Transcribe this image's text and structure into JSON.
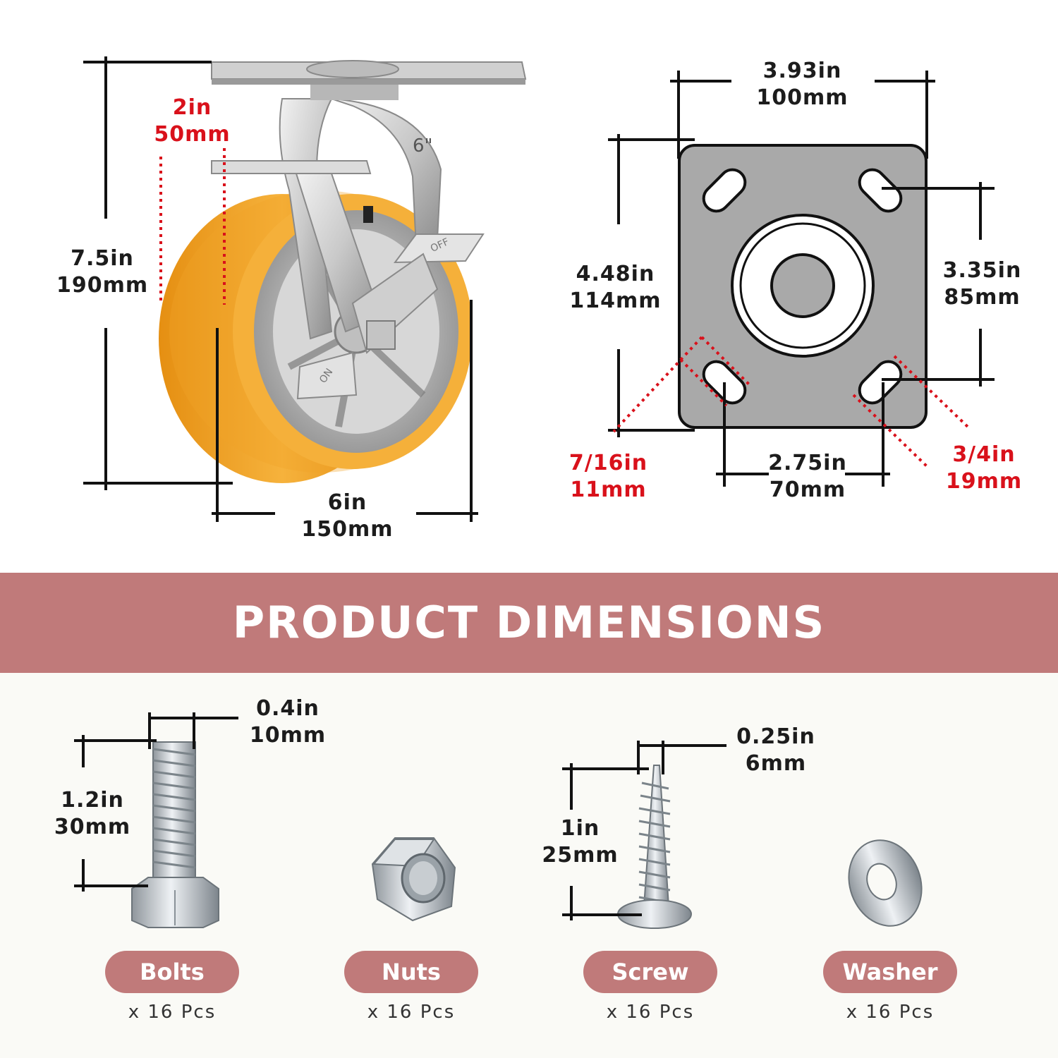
{
  "banner": {
    "title": "PRODUCT DIMENSIONS"
  },
  "caster": {
    "wheel_mark": "6\"",
    "brake_off": "OFF",
    "brake_on": "ON",
    "height": {
      "in": "7.5in",
      "mm": "190mm"
    },
    "tread_width": {
      "in": "2in",
      "mm": "50mm"
    },
    "diameter": {
      "in": "6in",
      "mm": "150mm"
    }
  },
  "plate": {
    "width": {
      "in": "3.93in",
      "mm": "100mm"
    },
    "length": {
      "in": "4.48in",
      "mm": "114mm"
    },
    "hole_spacing_v": {
      "in": "3.35in",
      "mm": "85mm"
    },
    "hole_spacing_h": {
      "in": "2.75in",
      "mm": "70mm"
    },
    "hole_small": {
      "in": "7/16in",
      "mm": "11mm"
    },
    "hole_large": {
      "in": "3/4in",
      "mm": "19mm"
    }
  },
  "hardware": {
    "bolt": {
      "width": {
        "in": "0.4in",
        "mm": "10mm"
      },
      "length": {
        "in": "1.2in",
        "mm": "30mm"
      }
    },
    "screw": {
      "width": {
        "in": "0.25in",
        "mm": "6mm"
      },
      "length": {
        "in": "1in",
        "mm": "25mm"
      }
    },
    "items": [
      {
        "label": "Bolts",
        "qty": "x 16 Pcs"
      },
      {
        "label": "Nuts",
        "qty": "x 16 Pcs"
      },
      {
        "label": "Screw",
        "qty": "x 16 Pcs"
      },
      {
        "label": "Washer",
        "qty": "x 16 Pcs"
      }
    ]
  },
  "colors": {
    "banner": "#c07a7a",
    "wheel": "#f0a428",
    "dimension_red": "#d9111b",
    "plate": "#a9a9a9"
  },
  "icons": [
    "caster-wheel-image",
    "mounting-plate-diagram",
    "bolt-image",
    "nut-image",
    "screw-image",
    "washer-image"
  ]
}
